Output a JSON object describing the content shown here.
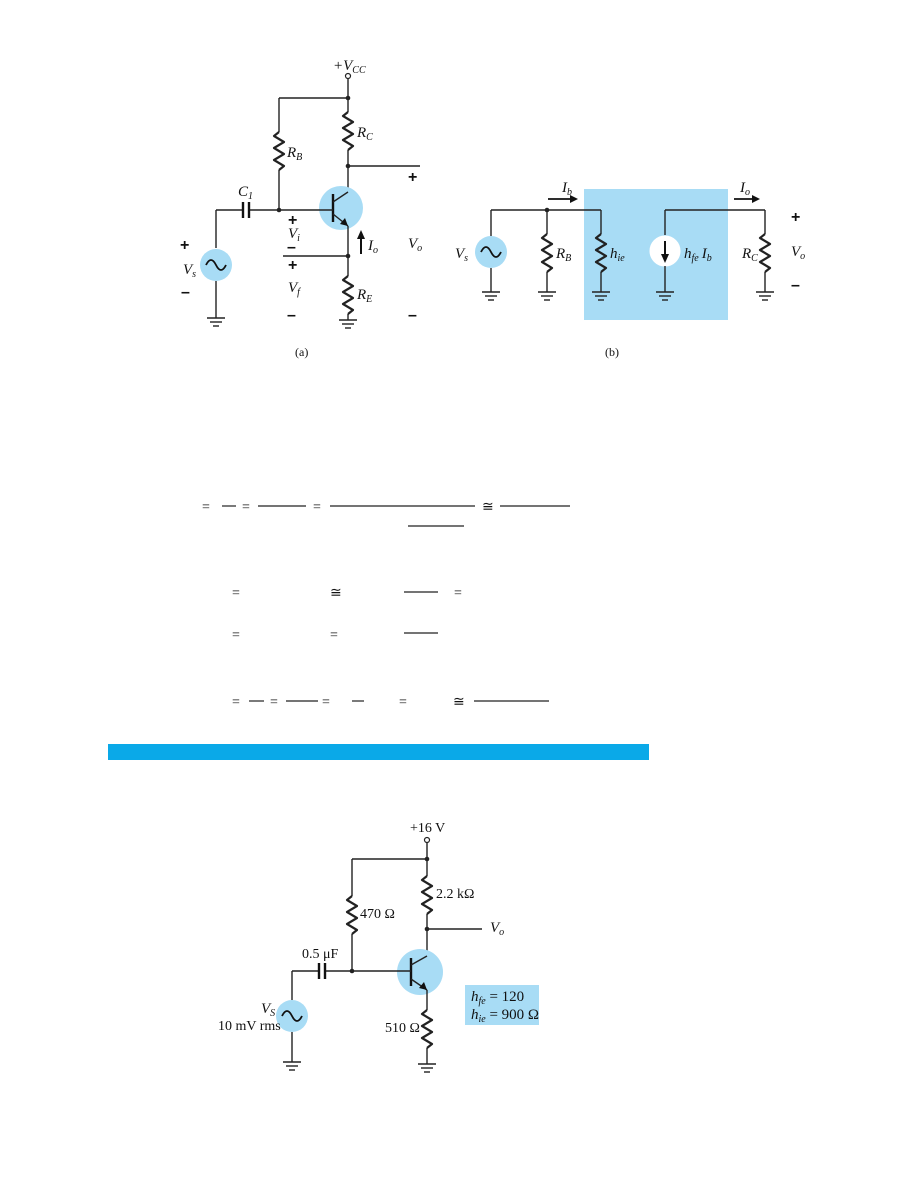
{
  "figure_a": {
    "vcc": "+V",
    "vcc_sub": "CC",
    "rb": "R",
    "rb_sub": "B",
    "rc": "R",
    "rc_sub": "C",
    "re": "R",
    "re_sub": "E",
    "c1": "C",
    "c1_sub": "1",
    "vs": "V",
    "vs_sub": "s",
    "vi": "V",
    "vi_sub": "i",
    "vf": "V",
    "vf_sub": "f",
    "vo": "V",
    "vo_sub": "o",
    "io": "I",
    "io_sub": "o",
    "plus": "+",
    "minus": "–",
    "caption": "(a)"
  },
  "figure_b": {
    "ib": "I",
    "ib_sub": "b",
    "io": "I",
    "io_sub": "o",
    "vs": "V",
    "vs_sub": "s",
    "rb": "R",
    "rb_sub": "B",
    "hie": "h",
    "hie_sub": "ie",
    "hfe": "h",
    "hfe_sub": "fe",
    "hfe_ib": "I",
    "hfe_ib_sub": "b",
    "rc": "R",
    "rc_sub": "C",
    "vo": "V",
    "vo_sub": "o",
    "plus": "+",
    "minus": "–",
    "caption": "(b)",
    "highlight_color": "#a8dcf5"
  },
  "equations": {
    "equals": "=",
    "approx": "≅"
  },
  "banner_color": "#0aa9e8",
  "figure_c": {
    "supply": "+16 V",
    "rc_value": "2.2 kΩ",
    "rb_value": "470 Ω",
    "re_value": "510 Ω",
    "cap_value": "0.5 μF",
    "vo": "V",
    "vo_sub": "o",
    "vs": "V",
    "vs_sub": "S",
    "vs_value": "10 mV rms",
    "hfe": "h",
    "hfe_sub": "fe",
    "hfe_value": " = 120",
    "hie": "h",
    "hie_sub": "ie",
    "hie_value": " = 900 Ω",
    "param_box_color": "#a8dcf5"
  }
}
